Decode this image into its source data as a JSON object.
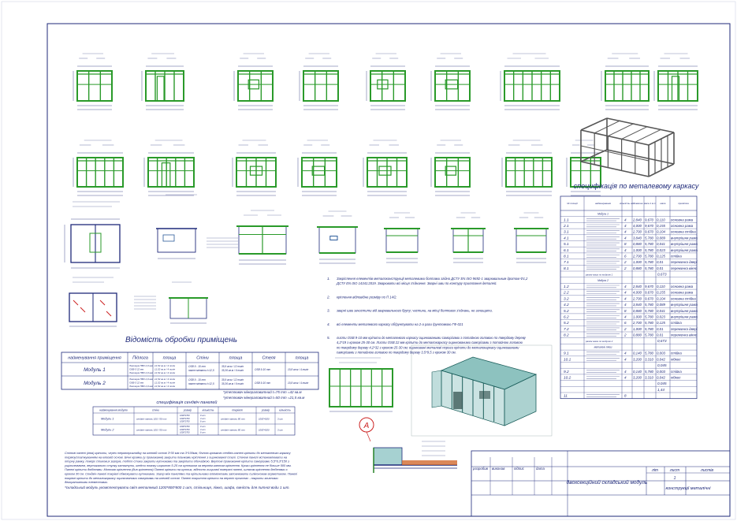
{
  "sheet": {
    "finishes_title": "Відомість обробки  приміщень",
    "spec_title": "специфікація по металевому каркасу",
    "panels_title": "специфікація сендвіч панелей",
    "callout_label": "А"
  },
  "finishes_table": {
    "headers": [
      "найменування приміщення",
      "Підлога",
      "площа",
      "Стіни",
      "площа",
      "Стеля",
      "площа"
    ],
    "rows": [
      {
        "name": "Модуль 1",
        "floor": [
          "Лінолеум ПВХ 2,0 мм",
          "OSB-3 22 мм",
          "Лінолеум ПВХ 2,0 мм"
        ],
        "floor_area": [
          "11,52 кв.м / 4 погін",
          "11,52 кв.м / 4 погін",
          "11,52 кв.м / 4 погін"
        ],
        "walls": [
          "OSB 9 - 10 mm",
          "пакет мінвати t=12,5"
        ],
        "walls_area": [
          "35,9 кв.м / 12 погін",
          "35,36 кв.м / 6 погін"
        ],
        "ceiling": "OSB 9-10 mm",
        "ceiling_area": "10,8 кв.м / 4 погін"
      },
      {
        "name": "Модуль 2",
        "floor": [
          "Лінолеум ПВХ 2,0 мм",
          "OSB-3 22 мм",
          "Лінолеум ПВХ 2,0 мм"
        ],
        "floor_area": [
          "11,52 кв.м / 4 погін",
          "11,52 кв.м / 4 погін",
          "11,52 кв.м / 4 погін"
        ],
        "walls": [
          "OSB 9 - 10 mm",
          "пакет мінвати t=12,5"
        ],
        "walls_area": [
          "35,9 кв.м / 12 погін",
          "35,36 кв.м / 6 погін"
        ],
        "ceiling": "OSB 9-10 mm",
        "ceiling_area": "10,8 кв.м / 4 погін"
      }
    ],
    "note1": "*утеплювач мінераловатний t=75 mm =42 кв.м",
    "note2": "*утеплювач мінераловатний t=50 mm =21,5 кв.м"
  },
  "panels_table": {
    "headers": [
      "найменування модулю",
      "стіни",
      "розмір",
      "кількість",
      "покрівля",
      "розмір",
      "кількість"
    ],
    "rows": [
      {
        "name": "Модуль 1",
        "walls": "сендвіч панель 100 / 50 mm",
        "size": [
          "1000*2700",
          "1000*2700",
          "1000*2700"
        ],
        "qty": [
          "9 шт",
          "3 шт",
          "6 шт"
        ],
        "roof": "сендвіч панель 80 mm",
        "roof_size": "1000*4200",
        "roof_qty": "3 шт"
      },
      {
        "name": "Модуль 2",
        "walls": "сендвіч панель 100 / 50 mm",
        "size": [
          "1000*2700",
          "1000*2700",
          "1000*2700"
        ],
        "qty": [
          "9 шт",
          "3 шт",
          "6 шт"
        ],
        "roof": "сендвіч панель 80 mm",
        "roof_size": "1000*4200",
        "roof_qty": "3 шт"
      }
    ]
  },
  "spec_table": {
    "headers": [
      "№ позиції",
      "найменування",
      "кількість шт",
      "довжина",
      "маса 1 м.п.",
      "маса",
      "примітка"
    ],
    "rows": [
      {
        "type": "section",
        "label": "Модуль 1"
      },
      {
        "pos": "1.1",
        "qty": "4",
        "len": "2,840",
        "m1": "9,670",
        "m": "0,110",
        "note": "основна рама"
      },
      {
        "pos": "2.1",
        "qty": "4",
        "len": "4,000",
        "m1": "9,670",
        "m": "0,155",
        "note": "основна рама"
      },
      {
        "pos": "3.1",
        "qty": "4",
        "len": "2,700",
        "m1": "9,670",
        "m": "0,104",
        "note": "основна стійка"
      },
      {
        "pos": "4.1",
        "qty": "4",
        "len": "3,840",
        "m1": "5,780",
        "m": "0,089",
        "note": "внутрішня рама"
      },
      {
        "pos": "5.1",
        "qty": "8",
        "len": "0,880",
        "m1": "5,780",
        "m": "0,041",
        "note": "внутрішня рама"
      },
      {
        "pos": "6.1",
        "qty": "4",
        "len": "1,000",
        "m1": "5,780",
        "m": "0,023",
        "note": "внутрішня рама"
      },
      {
        "pos": "8.1",
        "qty": "6",
        "len": "2,700",
        "m1": "5,780",
        "m": "0,125",
        "note": "стійка"
      },
      {
        "pos": "7.1",
        "qty": "2",
        "len": "1,000",
        "m1": "5,780",
        "m": "0,01",
        "note": "перемичка двері"
      },
      {
        "pos": "8.1",
        "qty": "2",
        "len": "0,880",
        "m1": "5,780",
        "m": "0,01",
        "note": "перемичка вікно"
      },
      {
        "type": "total",
        "label": "разом маса по модулю 1",
        "value": "0,673"
      },
      {
        "type": "section",
        "label": "Модуль 2"
      },
      {
        "pos": "1.2",
        "qty": "4",
        "len": "2,840",
        "m1": "9,670",
        "m": "0,110",
        "note": "основна рама"
      },
      {
        "pos": "2.2",
        "qty": "4",
        "len": "4,000",
        "m1": "9,670",
        "m": "0,155",
        "note": "основна рама"
      },
      {
        "pos": "3.2",
        "qty": "4",
        "len": "2,700",
        "m1": "9,670",
        "m": "0,104",
        "note": "основна стійка"
      },
      {
        "pos": "4.2",
        "qty": "4",
        "len": "3,840",
        "m1": "5,780",
        "m": "0,089",
        "note": "внутрішня рама"
      },
      {
        "pos": "5.2",
        "qty": "8",
        "len": "0,880",
        "m1": "5,780",
        "m": "0,041",
        "note": "внутрішня рама"
      },
      {
        "pos": "6.2",
        "qty": "4",
        "len": "1,000",
        "m1": "5,780",
        "m": "0,023",
        "note": "внутрішня рама"
      },
      {
        "pos": "5.2",
        "qty": "6",
        "len": "2,700",
        "m1": "5,780",
        "m": "0,125",
        "note": "стійка"
      },
      {
        "pos": "7.2",
        "qty": "2",
        "len": "1,000",
        "m1": "5,780",
        "m": "0,01",
        "note": "перемичка двері"
      },
      {
        "pos": "8.2",
        "qty": "2",
        "len": "0,880",
        "m1": "5,780",
        "m": "0,01",
        "note": "перемичка вікно"
      },
      {
        "type": "total",
        "label": "разом маса по модулю 2",
        "value": "0,673"
      },
      {
        "type": "section",
        "label": "металеві тяги"
      },
      {
        "pos": "9.1",
        "qty": "4",
        "len": "0,140",
        "m1": "5,780",
        "m": "0,003",
        "note": "стійка"
      },
      {
        "pos": "10.1",
        "qty": "4",
        "len": "3,200",
        "m1": "3,310",
        "m": "0,042",
        "note": "підкос"
      },
      {
        "type": "total",
        "label": "",
        "value": "0,045"
      },
      {
        "pos": "9.2",
        "qty": "4",
        "len": "0,140",
        "m1": "5,780",
        "m": "0,003",
        "note": "стійка"
      },
      {
        "pos": "10.2",
        "qty": "4",
        "len": "3,200",
        "m1": "3,310",
        "m": "0,042",
        "note": "підкос"
      },
      {
        "type": "total",
        "label": "",
        "value": "0,045"
      },
      {
        "type": "total",
        "label": "",
        "value": "1,44"
      },
      {
        "pos": "11",
        "qty": "8",
        "len": "",
        "m1": "",
        "m": "",
        "note": ""
      }
    ]
  },
  "notes": [
    {
      "num": "1.",
      "text": "Закріплення елементів металоконструкції металевими болтами згідно ДСТУ EN ISO 9692-1 зварювальним дротом Ф1,2 ДСТУ EN ISO 14341:2019. Зварювати всі місця з'єднання. Зварні шви по контуру прилягання деталей."
    },
    {
      "num": "2.",
      "text": "кріплення відповідне розміру по П 14/2."
    },
    {
      "num": "3.",
      "text": "зварні шви зачистити від зварювального брусу; частини, на місці болтових з'єднань, не зачищати."
    },
    {
      "num": "4.",
      "text": "всі елементи металевого каркасу обґрунтувати на 2-а рази ґрунтовкою ГФ-021"
    },
    {
      "num": "5.",
      "text": "листи OSB 9-10 мм кріпити до металевого каркасу оцинкованими саморізами з потайною головою по твердому дереву 4,2*19 з кроком 25-30 см. Листи OSB 22 мм кріпити до металокаркасу оцинкованими саморізами з потайною головою по твердому дереву 4,2*32 з кроком 25-30 см; оцинковані металеві пороги кріпити до металокаркасу оцинкованими саморізами з потайною головою по твердому дереву 3,5*9,5 з кроком 30 см."
    }
  ],
  "bottom_note": "Стінові панелі (ліва) кріпити, через термопрокладку на клеєвій основі 3*30 мм та 3*100мм, бічною кромкою сендвіч-панелі кріпити до металевого каркасу термоустаткуванням на клеєвій основі. Бічні кромки (у примиканні) закрити планками кріплення з оцинкованої сталі. Стінові панелі встановлювати на опорну рамку, поверх стикових зазорів, тобто стики закрити кутниками та закріпити обичайкою. Вкутові примикання кріпити саморізами 5,5*6,3*150 з ущільнювачем, вертикально стулку затягнути, клеїти планку шириною 5-25 см кутником за верхнім кантом кріплення. Кроки кріплення не більше 500 мм. Панелі кріпити дюбелями. Монтаж кріплення (див кріплення) Панелі кріпити на кутник, відносно лицьової поверхні панелі, шляхом кріплення дюбелями з кроком 30 см. Сендвіч-панелі покрівлі обмежувати кутниками. Зазор між панелями та кріпильними елементами заповнювати силіконовим герметиком. Панелі покрівлі кріпити до металокаркасу оцинкованими саморізами на клеєвій основі. Панелі покриття кріпити на верхніх прогонах - накрити зливними декоративними елементами.",
  "footnote": "*складський модуль укомплектувати світ металевий 1200*800*800 1 шт, стільниця, ліжко, шафа, ємність для питної води 1 шт.",
  "title_block": {
    "title": "двохсекційний складський модуль",
    "subtitle": "конструкції металічні",
    "col_lit": "літ",
    "col_sheet": "лист",
    "col_sheets": "листів",
    "sheet_no": "1",
    "role1": "розробив",
    "role2": "виконав",
    "role3": "підпис",
    "role4": "дата"
  },
  "colors": {
    "frame": "#2a9a2a",
    "line": "#1f2a7a",
    "teal": "#2f8f8a",
    "callout": "#cc2222",
    "steel": "#555555"
  }
}
